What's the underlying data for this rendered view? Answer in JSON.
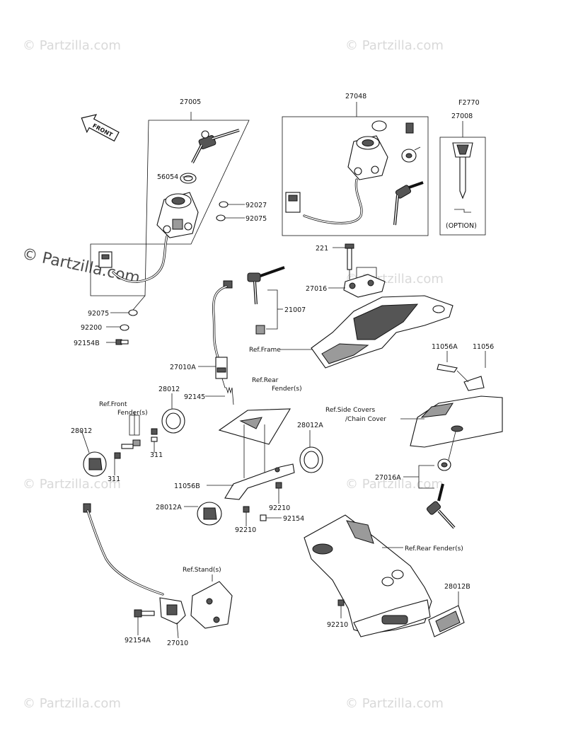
{
  "diagram": {
    "figure_code": "F2770",
    "front_label": "FRONT",
    "watermark_small": "© Partzilla.com",
    "watermark_main": "© Partzilla.com",
    "option_label": "(OPTION)",
    "parts": [
      {
        "id": "p27005",
        "number": "27005"
      },
      {
        "id": "p56054",
        "number": "56054"
      },
      {
        "id": "p92027",
        "number": "92027"
      },
      {
        "id": "p92075a",
        "number": "92075"
      },
      {
        "id": "p92075b",
        "number": "92075"
      },
      {
        "id": "p92200",
        "number": "92200"
      },
      {
        "id": "p92154b",
        "number": "92154B"
      },
      {
        "id": "p27048",
        "number": "27048"
      },
      {
        "id": "p27008",
        "number": "27008"
      },
      {
        "id": "p221",
        "number": "221"
      },
      {
        "id": "p27016",
        "number": "27016"
      },
      {
        "id": "p21007",
        "number": "21007"
      },
      {
        "id": "p27010a",
        "number": "27010A"
      },
      {
        "id": "p92145",
        "number": "92145"
      },
      {
        "id": "p11056a",
        "number": "11056A"
      },
      {
        "id": "p11056",
        "number": "11056"
      },
      {
        "id": "p28012a",
        "number": "28012"
      },
      {
        "id": "p28012b",
        "number": "28012"
      },
      {
        "id": "p311a",
        "number": "311"
      },
      {
        "id": "p311b",
        "number": "311"
      },
      {
        "id": "p28012A1",
        "number": "28012A"
      },
      {
        "id": "p28012A2",
        "number": "28012A"
      },
      {
        "id": "p11056b",
        "number": "11056B"
      },
      {
        "id": "p92210a",
        "number": "92210"
      },
      {
        "id": "p92210b",
        "number": "92210"
      },
      {
        "id": "p92210c",
        "number": "92210"
      },
      {
        "id": "p92154",
        "number": "92154"
      },
      {
        "id": "p27016a",
        "number": "27016A"
      },
      {
        "id": "p28012B",
        "number": "28012B"
      },
      {
        "id": "p92154a",
        "number": "92154A"
      },
      {
        "id": "p27010",
        "number": "27010"
      }
    ],
    "references": [
      {
        "id": "ref_frame",
        "text": "Ref.Frame"
      },
      {
        "id": "ref_rear_fender_1",
        "text": "Ref.Rear"
      },
      {
        "id": "ref_rear_fender_2",
        "text": "Fender(s)"
      },
      {
        "id": "ref_front_fender_1",
        "text": "Ref.Front"
      },
      {
        "id": "ref_front_fender_2",
        "text": "Fender(s)"
      },
      {
        "id": "ref_side_covers_1",
        "text": "Ref.Side Covers"
      },
      {
        "id": "ref_side_covers_2",
        "text": "/Chain Cover"
      },
      {
        "id": "ref_rear_fender_3",
        "text": "Ref.Rear Fender(s)"
      },
      {
        "id": "ref_stand",
        "text": "Ref.Stand(s)"
      }
    ]
  }
}
